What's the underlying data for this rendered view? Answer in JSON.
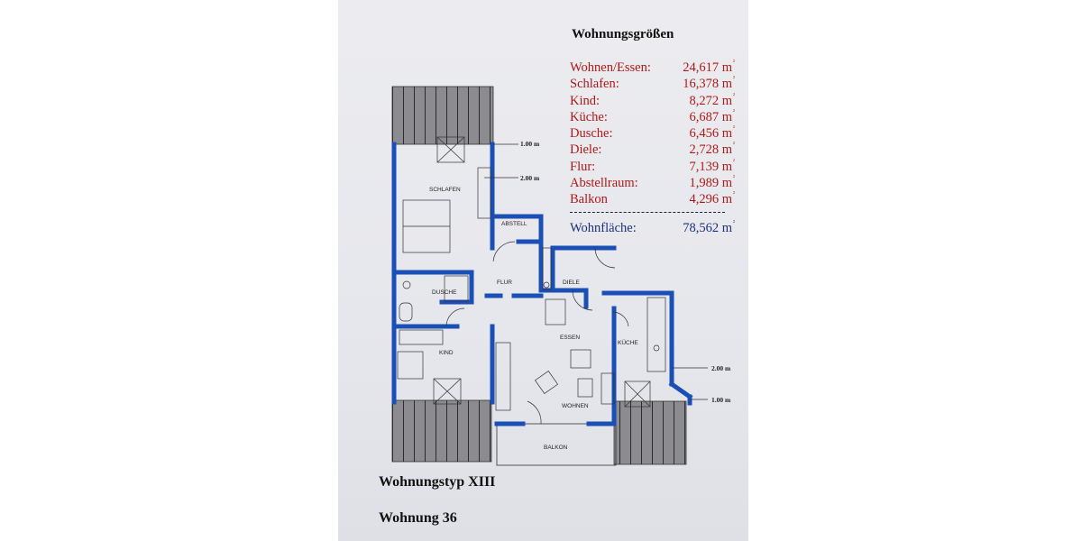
{
  "document": {
    "table_title": "Wohnungsgrößen",
    "areas": [
      {
        "label": "Wohnen/Essen:",
        "value": "24,617 m",
        "unit_sup": "²"
      },
      {
        "label": "Schlafen:",
        "value": "16,378 m",
        "unit_sup": "²"
      },
      {
        "label": "Kind:",
        "value": "8,272 m",
        "unit_sup": "²"
      },
      {
        "label": "Küche:",
        "value": "6,687 m",
        "unit_sup": "²"
      },
      {
        "label": "Dusche:",
        "value": "6,456 m",
        "unit_sup": "²"
      },
      {
        "label": "Diele:",
        "value": "2,728 m",
        "unit_sup": "²"
      },
      {
        "label": "Flur:",
        "value": "7,139 m",
        "unit_sup": "²"
      },
      {
        "label": "Abstellraum:",
        "value": "1,989 m",
        "unit_sup": "²"
      },
      {
        "label": "Balkon",
        "value": "4,296 m",
        "unit_sup": "²"
      }
    ],
    "total": {
      "label": "Wohnfläche:",
      "value": "78,562 m",
      "unit_sup": "²"
    },
    "apartment_type": "Wohnungstyp XIII",
    "apartment_number": "Wohnung 36"
  },
  "floor_plan": {
    "rooms": {
      "schlafen": "SCHLAFEN",
      "abstell": "ABSTELL",
      "flur": "FLUR",
      "diele": "DIELE",
      "dusche": "DUSCHE",
      "essen": "ESSEN",
      "kueche": "KÜCHE",
      "kind": "KIND",
      "wohnen": "WOHNEN",
      "balkon": "BALKON"
    },
    "dimensions": {
      "top_1": "1.00 m",
      "top_2": "2.00 m",
      "right_2": "2.00 m",
      "right_1": "1.00 m"
    }
  },
  "colors": {
    "wall": "#1a4fb5",
    "area_text": "#b01818",
    "total_text": "#1a2f80",
    "roof_hatch": "#8a8a8d"
  }
}
